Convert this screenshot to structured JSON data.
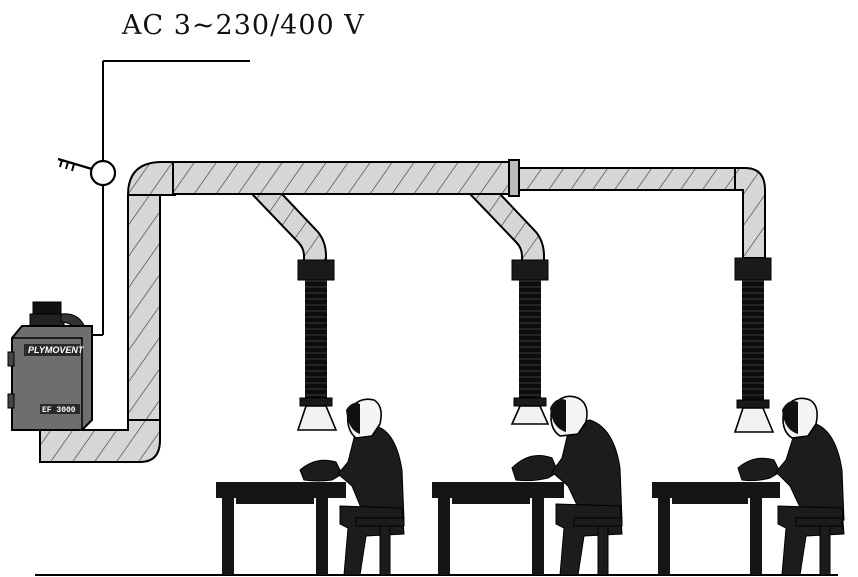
{
  "supply_label": "AC 3~230/400 V",
  "unit": {
    "brand": "PLYMOVENT",
    "model": "EF 3000"
  },
  "workstations": 3,
  "icons": [
    "key-switch-icon",
    "extractor-unit-icon",
    "welder-icon"
  ]
}
